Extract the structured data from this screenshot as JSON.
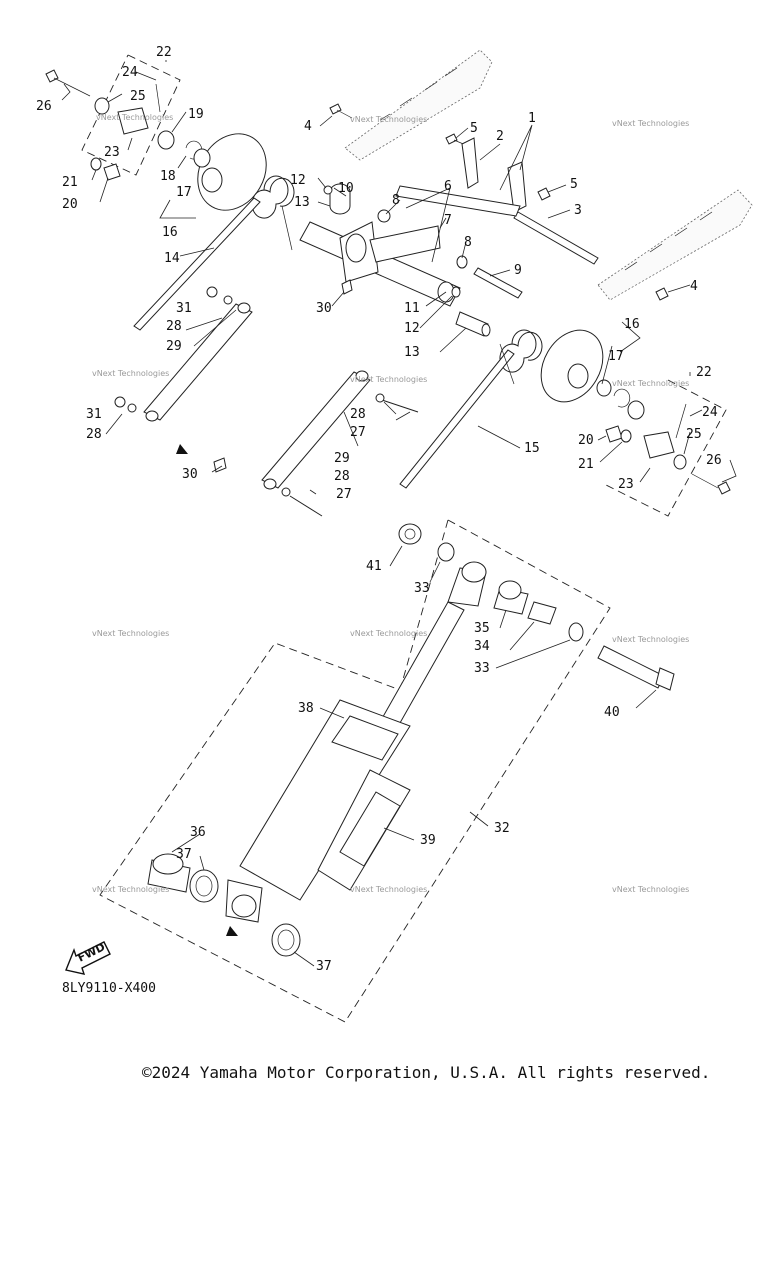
{
  "diagram": {
    "code": "8LY9110-X400",
    "copyright": "©2024 Yamaha Motor Corporation, U.S.A. All rights reserved.",
    "fwd_label": "FWD",
    "watermark": "vNext Technologies",
    "callouts": [
      "1",
      "2",
      "3",
      "4",
      "5",
      "6",
      "7",
      "8",
      "9",
      "10",
      "11",
      "12",
      "13",
      "14",
      "15",
      "16",
      "17",
      "18",
      "19",
      "20",
      "21",
      "22",
      "23",
      "24",
      "25",
      "26",
      "27",
      "28",
      "29",
      "30",
      "31",
      "32",
      "33",
      "34",
      "35",
      "36",
      "37",
      "38",
      "39",
      "40",
      "41"
    ]
  }
}
